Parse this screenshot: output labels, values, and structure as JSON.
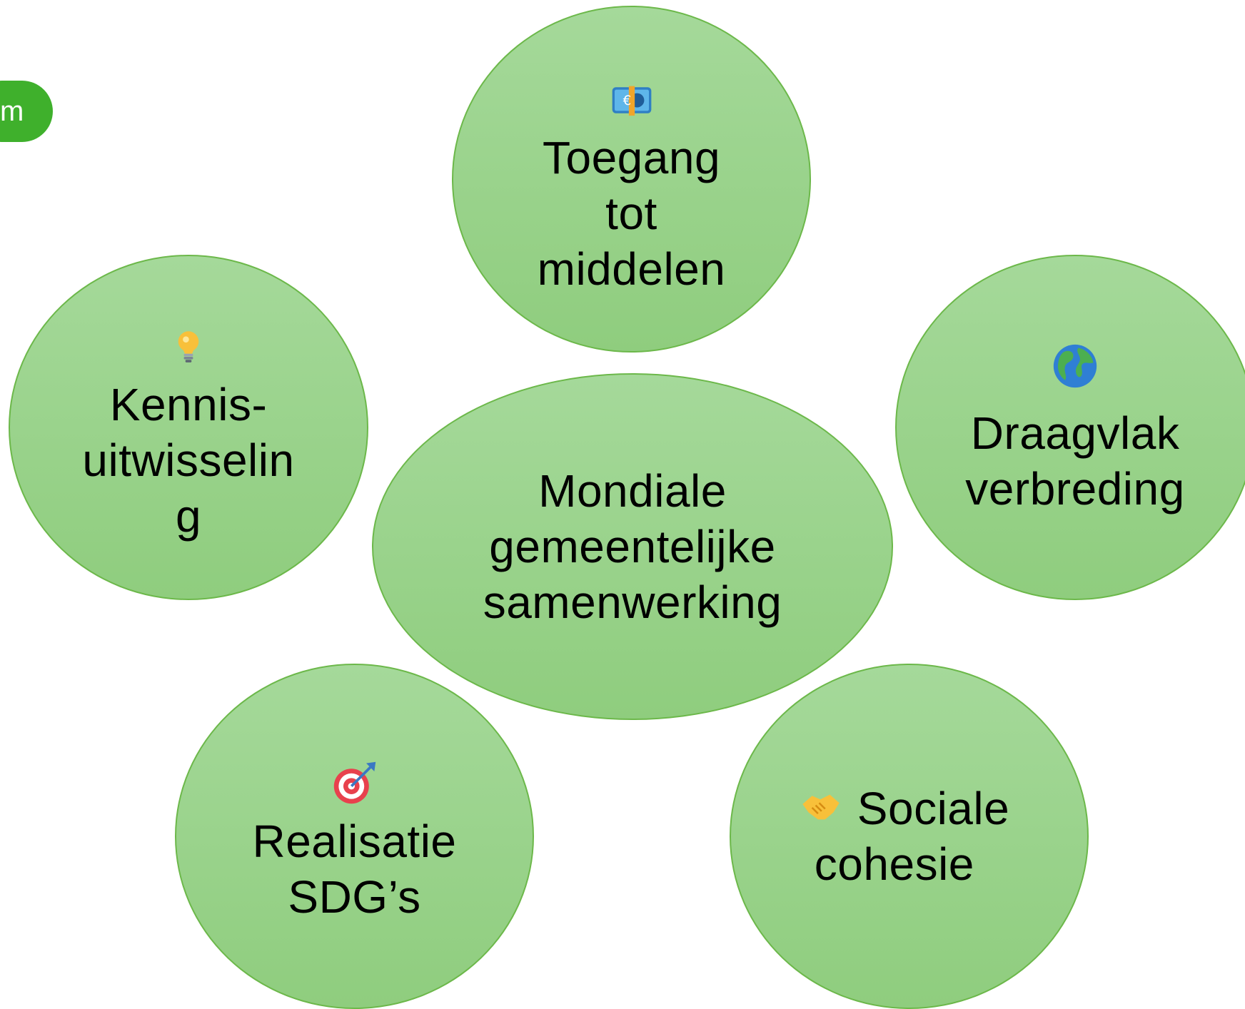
{
  "pill": {
    "text": "m"
  },
  "center": {
    "text": "Mondiale\ngemeentelijke\nsamenwerking"
  },
  "nodes": {
    "top": {
      "icon": "euro-banknote-icon",
      "text": "Toegang\ntot\nmiddelen"
    },
    "left": {
      "icon": "light-bulb-icon",
      "text": "Kennis-\nuitwisselin\ng"
    },
    "right": {
      "icon": "globe-icon",
      "text": "Draagvlak\nverbreding"
    },
    "bottom_left": {
      "icon": "target-dart-icon",
      "text": "Realisatie\nSDG’s"
    },
    "bottom_right": {
      "icon": "handshake-icon",
      "text": "Sociale\ncohesie"
    }
  },
  "colors": {
    "bubble_top": "#a5d99a",
    "bubble_bottom": "#8fcd7e",
    "bubble_border": "#6cb84a",
    "pill": "#3fb02c"
  }
}
